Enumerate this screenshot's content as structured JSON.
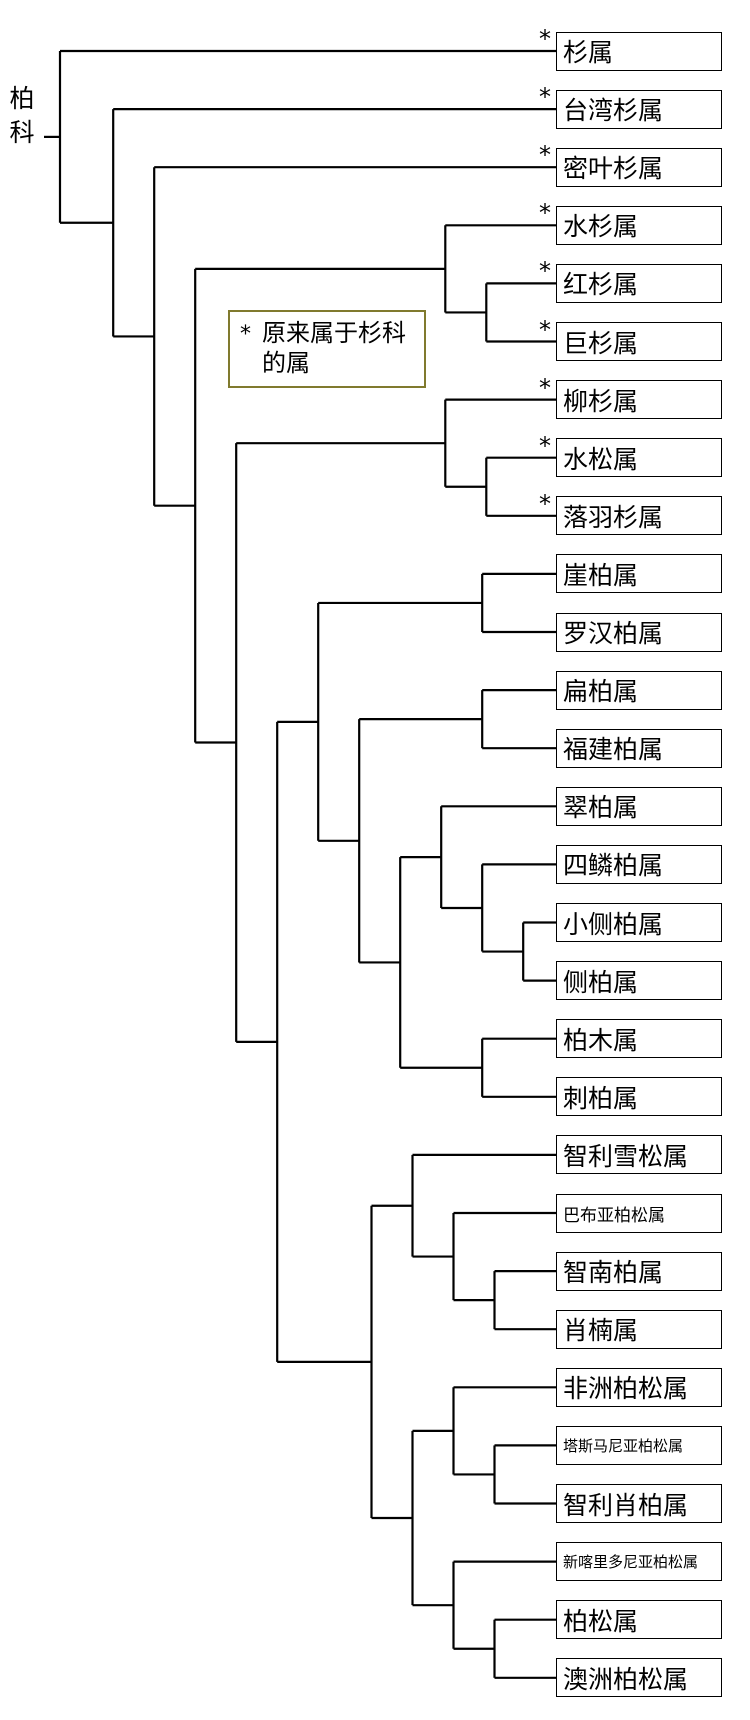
{
  "root": {
    "label": "柏科"
  },
  "legend": {
    "star": "*",
    "text": "原来属于杉科的属"
  },
  "leaves": [
    {
      "id": "L1",
      "label": "杉属",
      "starred": true
    },
    {
      "id": "L2",
      "label": "台湾杉属",
      "starred": true
    },
    {
      "id": "L3",
      "label": "密叶杉属",
      "starred": true
    },
    {
      "id": "L4",
      "label": "水杉属",
      "starred": true
    },
    {
      "id": "L5",
      "label": "红杉属",
      "starred": true
    },
    {
      "id": "L6",
      "label": "巨杉属",
      "starred": true
    },
    {
      "id": "L7",
      "label": "柳杉属",
      "starred": true
    },
    {
      "id": "L8",
      "label": "水松属",
      "starred": true
    },
    {
      "id": "L9",
      "label": "落羽杉属",
      "starred": true
    },
    {
      "id": "L10",
      "label": "崖柏属",
      "starred": false
    },
    {
      "id": "L11",
      "label": "罗汉柏属",
      "starred": false
    },
    {
      "id": "L12",
      "label": "扁柏属",
      "starred": false
    },
    {
      "id": "L13",
      "label": "福建柏属",
      "starred": false
    },
    {
      "id": "L14",
      "label": "翠柏属",
      "starred": false
    },
    {
      "id": "L15",
      "label": "四鳞柏属",
      "starred": false
    },
    {
      "id": "L16",
      "label": "小侧柏属",
      "starred": false
    },
    {
      "id": "L17",
      "label": "侧柏属",
      "starred": false
    },
    {
      "id": "L18",
      "label": "柏木属",
      "starred": false
    },
    {
      "id": "L19",
      "label": "刺柏属",
      "starred": false
    },
    {
      "id": "L20",
      "label": "智利雪松属",
      "starred": false
    },
    {
      "id": "L21",
      "label": "巴布亚柏松属",
      "starred": false
    },
    {
      "id": "L22",
      "label": "智南柏属",
      "starred": false
    },
    {
      "id": "L23",
      "label": "肖楠属",
      "starred": false
    },
    {
      "id": "L24",
      "label": "非洲柏松属",
      "starred": false
    },
    {
      "id": "L25",
      "label": "塔斯马尼亚柏松属",
      "starred": false
    },
    {
      "id": "L26",
      "label": "智利肖柏属",
      "starred": false
    },
    {
      "id": "L27",
      "label": "新喀里多尼亚柏松属",
      "starred": false
    },
    {
      "id": "L28",
      "label": "柏松属",
      "starred": false
    },
    {
      "id": "L29",
      "label": "澳洲柏松属",
      "starred": false
    }
  ],
  "tree": [
    "L1",
    [
      "L2",
      [
        "L3",
        [
          [
            "L4",
            [
              "L5",
              "L6"
            ]
          ],
          [
            [
              "L7",
              [
                "L8",
                "L9"
              ]
            ],
            [
              [
                [
                  "L10",
                  "L11"
                ],
                [
                  [
                    "L12",
                    "L13"
                  ],
                  [
                    [
                      "L14",
                      [
                        "L15",
                        [
                          "L16",
                          "L17"
                        ]
                      ]
                    ],
                    [
                      "L18",
                      "L19"
                    ]
                  ]
                ]
              ],
              [
                [
                  "L20",
                  [
                    "L21",
                    [
                      "L22",
                      "L23"
                    ]
                  ]
                ],
                [
                  [
                    "L24",
                    [
                      "L25",
                      "L26"
                    ]
                  ],
                  [
                    "L27",
                    [
                      "L28",
                      "L29"
                    ]
                  ]
                ]
              ]
            ]
          ]
        ]
      ]
    ]
  ]
}
